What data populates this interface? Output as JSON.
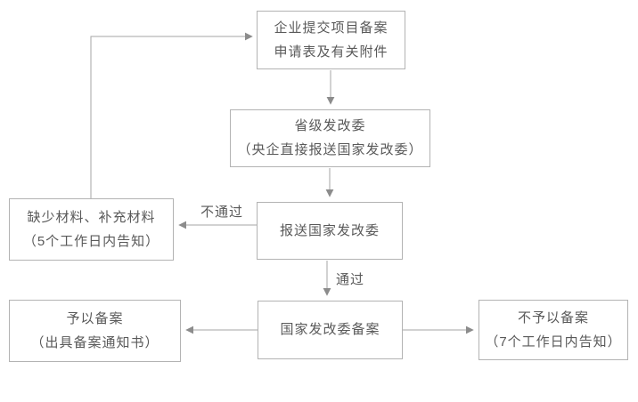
{
  "colors": {
    "background": "#ffffff",
    "box_border": "#b3b3b3",
    "text": "#595959",
    "arrow_line": "#a6a6a6",
    "arrow_head": "#8c8c8c"
  },
  "flowchart": {
    "nodes": {
      "submit": {
        "line1": "企业提交项目备案",
        "line2": "申请表及有关附件"
      },
      "provincial": {
        "line1": "省级发改委",
        "line2": "（央企直接报送国家发改委）"
      },
      "report": {
        "line1": "报送国家发改委"
      },
      "missing": {
        "line1": "缺少材料、补充材料",
        "line2": "（5个工作日内告知）"
      },
      "filing": {
        "line1": "国家发改委备案"
      },
      "granted": {
        "line1": "予以备案",
        "line2": "（出具备案通知书）"
      },
      "denied": {
        "line1": "不予以备案",
        "line2": "（7个工作日内告知）"
      }
    },
    "edge_labels": {
      "fail": "不通过",
      "pass": "通过"
    }
  }
}
